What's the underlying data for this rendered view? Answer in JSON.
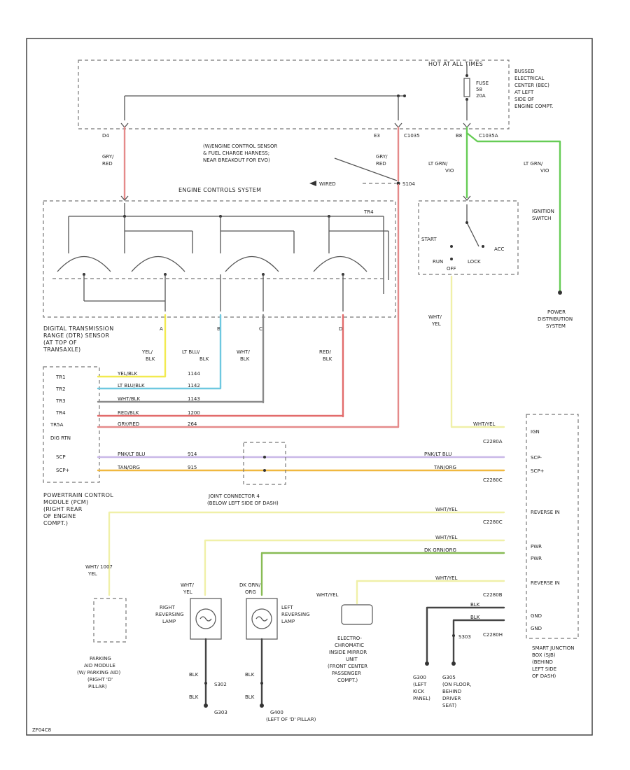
{
  "colors": {
    "gry_red": "#e58a8a",
    "ltgrn_vio": "#66cc55",
    "yel_blk": "#f2ea50",
    "ltblu_blk": "#6ec8e0",
    "wht_blk": "#8a8a8a",
    "red_blk": "#e26b6b",
    "pnk_ltblu": "#c9b8e8",
    "tan_org": "#f0b840",
    "wht_yel": "#f0f0a8",
    "dkgrn_org": "#88bb55",
    "blk": "#444444"
  },
  "labels": {
    "hot_at_all_times": "HOT AT ALL TIMES",
    "fuse": [
      "FUSE",
      "58",
      "20A"
    ],
    "becm": [
      "BUSSED",
      "ELECTRICAL",
      "CENTER (BEC)",
      "AT LEFT",
      "SIDE OF",
      "ENGINE COMPT."
    ],
    "pin_d4": "D4",
    "pin_e3": "E3",
    "pin_b8": "B8",
    "conn_c1035": "C1035",
    "conn_c1035a": "C1035A",
    "gry_red": [
      "GRY/",
      "RED"
    ],
    "ltgrn_vio": [
      "LT GRN/",
      "VIO"
    ],
    "ecs_note": [
      "(W/ENGINE CONTROL SENSOR",
      "& FUEL CHARGE HARNESS;",
      "NEAR BREAKOUT FOR EVO)"
    ],
    "ecs": "ENGINE CONTROLS SYSTEM",
    "s104": "S104",
    "wired": "WIRED",
    "tr_label": "TR4",
    "dtrs": [
      "DIGITAL TRANSMISSION",
      "RANGE (DTR) SENSOR",
      "(AT TOP OF",
      "TRANSAXLE)"
    ],
    "sensor_pins": [
      "A",
      "B",
      "C",
      "D"
    ],
    "yel_blk": [
      "YEL/",
      "BLK"
    ],
    "ltblu_blk": [
      "LT BLU/",
      "BLK"
    ],
    "wht_blk": [
      "WHT/",
      "BLK"
    ],
    "red_blk": [
      "RED/",
      "BLK"
    ],
    "pcm_pins": [
      "TR1",
      "TR2",
      "TR3",
      "TR4",
      "TR5A",
      "DIG RTN",
      "SCP",
      "SCP+"
    ],
    "pcm_wires": [
      "YEL/BLK",
      "LT BLU/BLK",
      "WHT/BLK",
      "RED/BLK",
      "GRY/RED"
    ],
    "pcm_circuits": [
      "1144",
      "1142",
      "1143",
      "1200",
      "264"
    ],
    "scp_wires": [
      "PNK/LT BLU",
      "TAN/ORG"
    ],
    "scp_circuits": [
      "914",
      "915"
    ],
    "pcm": [
      "POWERTRAIN CONTROL",
      "MODULE (PCM)",
      "(RIGHT REAR",
      "OF ENGINE",
      "COMPT.)"
    ],
    "ignition_switch": [
      "IGNITION",
      "SWITCH"
    ],
    "switch_pos": [
      "START",
      "RUN",
      "OFF",
      "LOCK",
      "ACC"
    ],
    "wht_yel": [
      "WHT/",
      "YEL"
    ],
    "power_dist": [
      "POWER",
      "DISTRIBUTION",
      "SYSTEM"
    ],
    "jc4": [
      "JOINT CONNECTOR 4",
      "(BELOW LEFT SIDE OF DASH)"
    ],
    "gem_wires": [
      "WHT/YEL",
      "PNK/LT BLU",
      "TAN/ORG",
      "WHT/YEL",
      "WHT/YEL",
      "DK GRN/ORG",
      "WHT/YEL",
      "BLK",
      "BLK"
    ],
    "gem_pins": [
      "IGN",
      "SCP-",
      "SCP+",
      "REVERSE IN",
      "PWR",
      "PWR",
      "REVERSE IN",
      "GND",
      "GND"
    ],
    "gem_conns": [
      "C2280A",
      "C2280C",
      "C2280C",
      "C2280B",
      "C2280H"
    ],
    "gem": [
      "SMART JUNCTION",
      "BOX (SJB)",
      "(BEHIND",
      "LEFT SIDE",
      "OF DASH)"
    ],
    "parking_aid": [
      "PARKING",
      "AID MODULE",
      "(W/ PARKING AID)",
      "(RIGHT 'D'",
      "PILLAR)"
    ],
    "r_lamp": [
      "RIGHT",
      "REVERSING",
      "LAMP"
    ],
    "l_lamp": [
      "LEFT",
      "REVERSING",
      "LAMP"
    ],
    "mirror": [
      "ELECTRO-",
      "CHROMATIC",
      "INSIDE MIRROR",
      "UNIT",
      "(FRONT CENTER",
      "PASSENGER",
      "COMPT.)"
    ],
    "wht_yel_1007": [
      "WHT/ 1007",
      "YEL"
    ],
    "dkgrn_org": [
      "DK GRN/",
      "ORG"
    ],
    "blk": "BLK",
    "s302": "S302",
    "s303": "S303",
    "g303": "G303",
    "g400": [
      "G400",
      "(LEFT OF 'D' PILLAR)"
    ],
    "g300": [
      "G300",
      "(LEFT",
      "KICK",
      "PANEL)"
    ],
    "g305": [
      "G305",
      "(ON FLOOR,",
      "BEHIND",
      "DRIVER",
      "SEAT)"
    ],
    "footer_id": "ZF04C8"
  }
}
